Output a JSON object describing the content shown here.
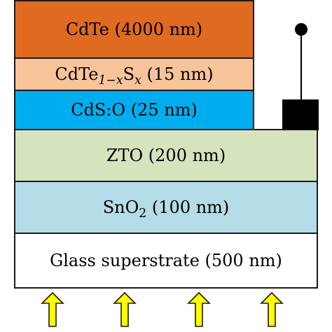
{
  "colors": {
    "cdte": "#E06A1F",
    "cdtes": "#F9C49A",
    "cds": "#00AEEF",
    "zto": "#D6E4BE",
    "sno2": "#B5DCE9",
    "glass": "#FFFFFF",
    "arrow_fill": "#FFFF00",
    "outline": "#1A1A1A"
  },
  "layers": {
    "cdte": {
      "label": "CdTe (4000 nm)"
    },
    "cdtes": {
      "main": "CdTe",
      "sub1": "1−x",
      "mid": "S",
      "sub2": "x",
      "rest": " (15 nm)"
    },
    "cds": {
      "label": "CdS:O (25 nm)"
    },
    "zto": {
      "label": "ZTO (200 nm)"
    },
    "sno2": {
      "main": "SnO",
      "sub": "2",
      "rest": " (100 nm)"
    },
    "glass": {
      "label": "Glass superstrate (500 nm)"
    }
  },
  "icons": {
    "contact": "back-contact-terminal-icon",
    "light_arrow": "light-arrow-up-icon"
  }
}
